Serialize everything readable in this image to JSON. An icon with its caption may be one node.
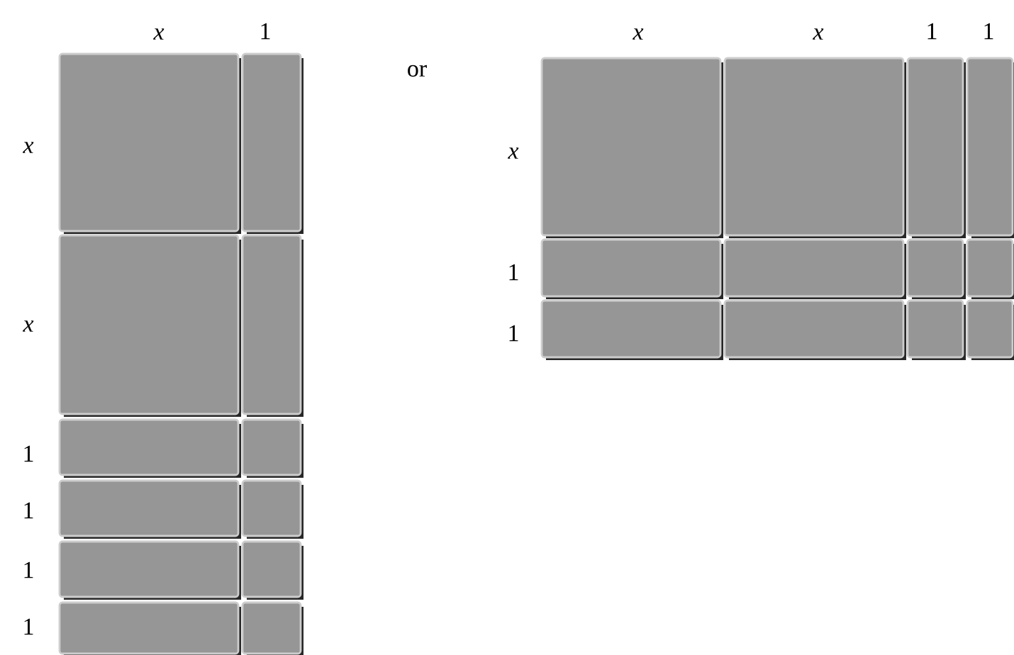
{
  "diagram": {
    "labels": [
      "x",
      "1",
      "x",
      "x",
      "1",
      "1",
      "1",
      "1",
      "or",
      "x",
      "x",
      "1",
      "1",
      "x",
      "1",
      "1"
    ]
  }
}
